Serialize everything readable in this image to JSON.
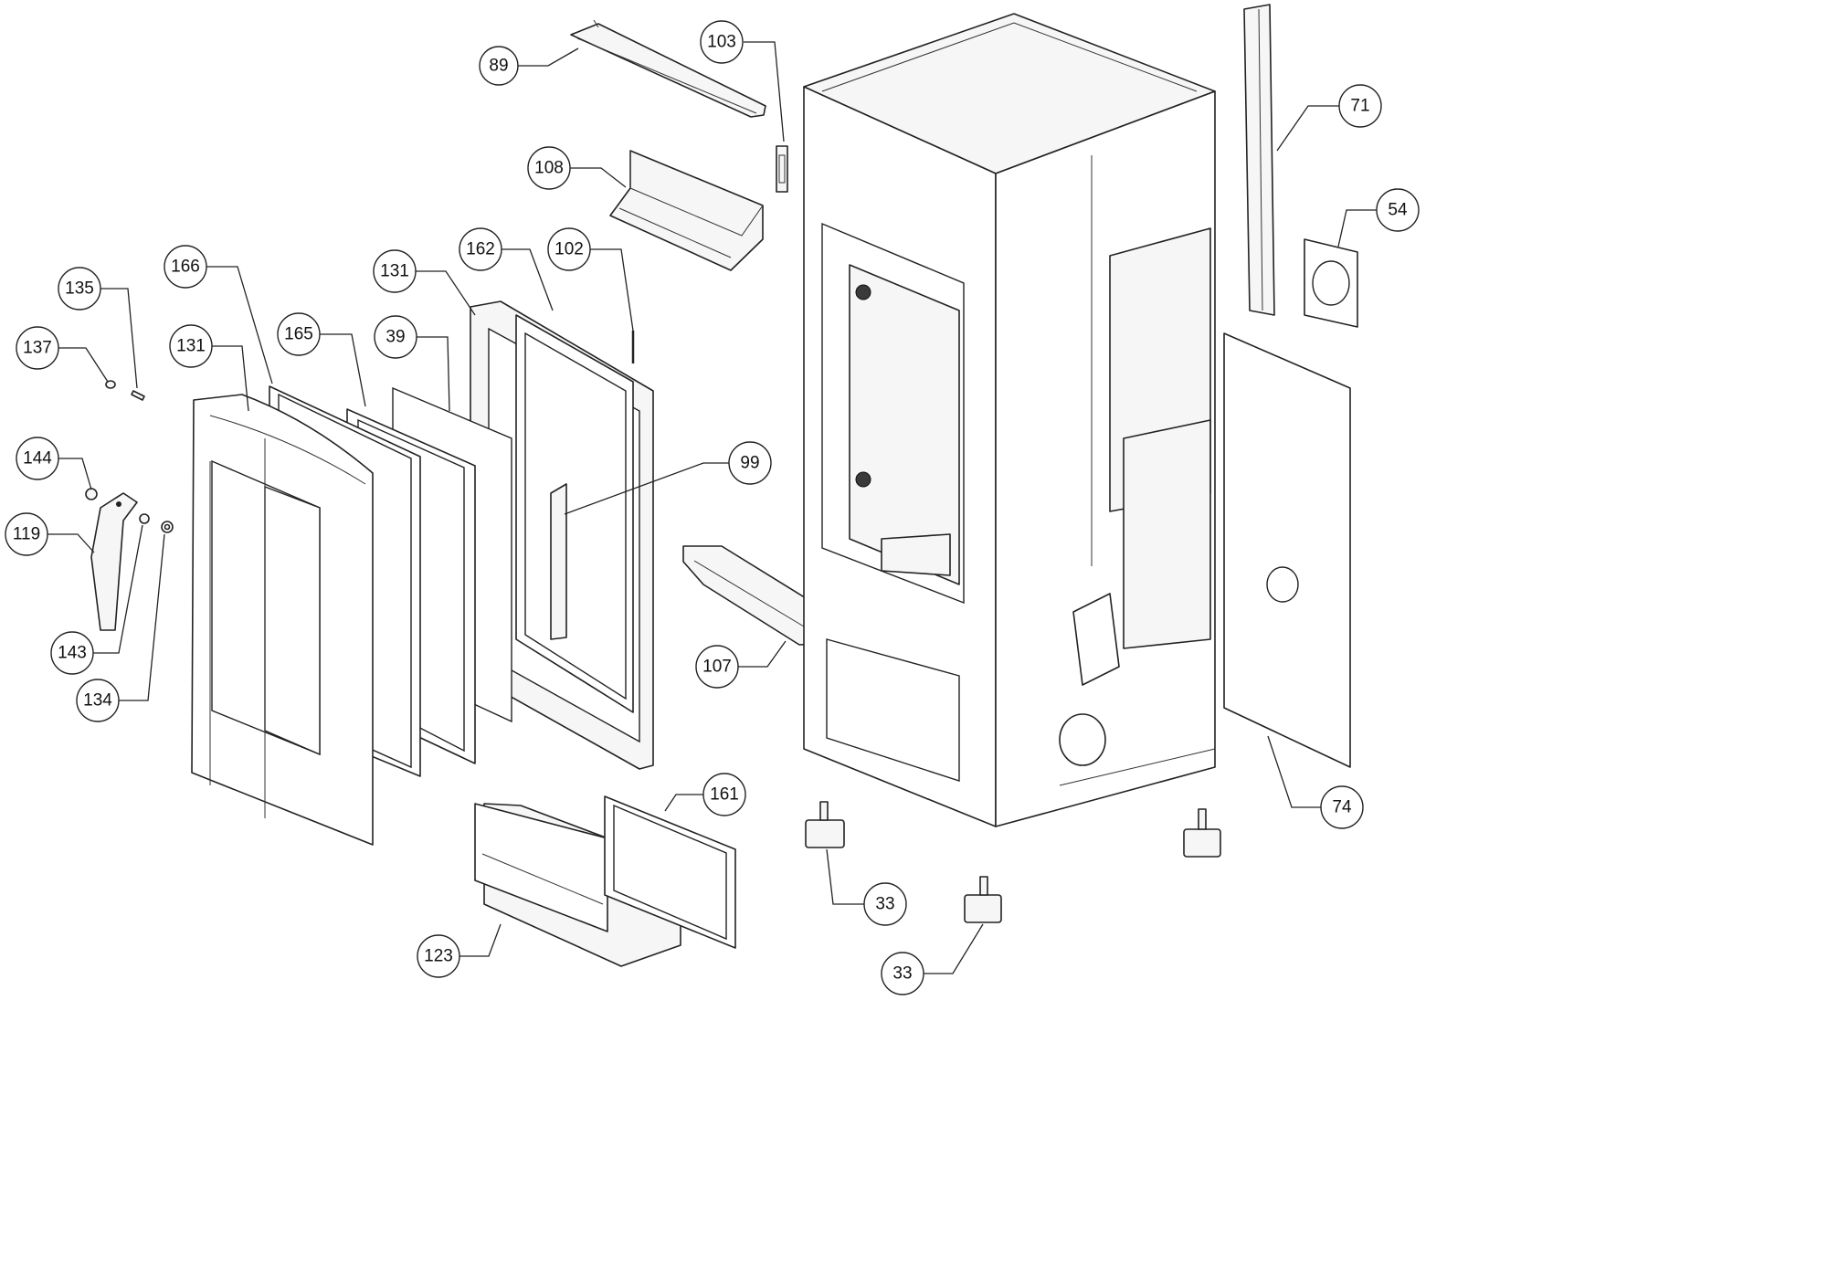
{
  "callouts": [
    {
      "id": "c89",
      "label": "89"
    },
    {
      "id": "c103",
      "label": "103"
    },
    {
      "id": "c108",
      "label": "108"
    },
    {
      "id": "c102",
      "label": "102"
    },
    {
      "id": "c162",
      "label": "162"
    },
    {
      "id": "c131a",
      "label": "131"
    },
    {
      "id": "c166",
      "label": "166"
    },
    {
      "id": "c135",
      "label": "135"
    },
    {
      "id": "c137",
      "label": "137"
    },
    {
      "id": "c131b",
      "label": "131"
    },
    {
      "id": "c165",
      "label": "165"
    },
    {
      "id": "c39",
      "label": "39"
    },
    {
      "id": "c99",
      "label": "99"
    },
    {
      "id": "c144",
      "label": "144"
    },
    {
      "id": "c119",
      "label": "119"
    },
    {
      "id": "c143",
      "label": "143"
    },
    {
      "id": "c134",
      "label": "134"
    },
    {
      "id": "c107",
      "label": "107"
    },
    {
      "id": "c161",
      "label": "161"
    },
    {
      "id": "c123",
      "label": "123"
    },
    {
      "id": "c33a",
      "label": "33"
    },
    {
      "id": "c33b",
      "label": "33"
    },
    {
      "id": "c71",
      "label": "71"
    },
    {
      "id": "c54",
      "label": "54"
    },
    {
      "id": "c74",
      "label": "74"
    }
  ]
}
